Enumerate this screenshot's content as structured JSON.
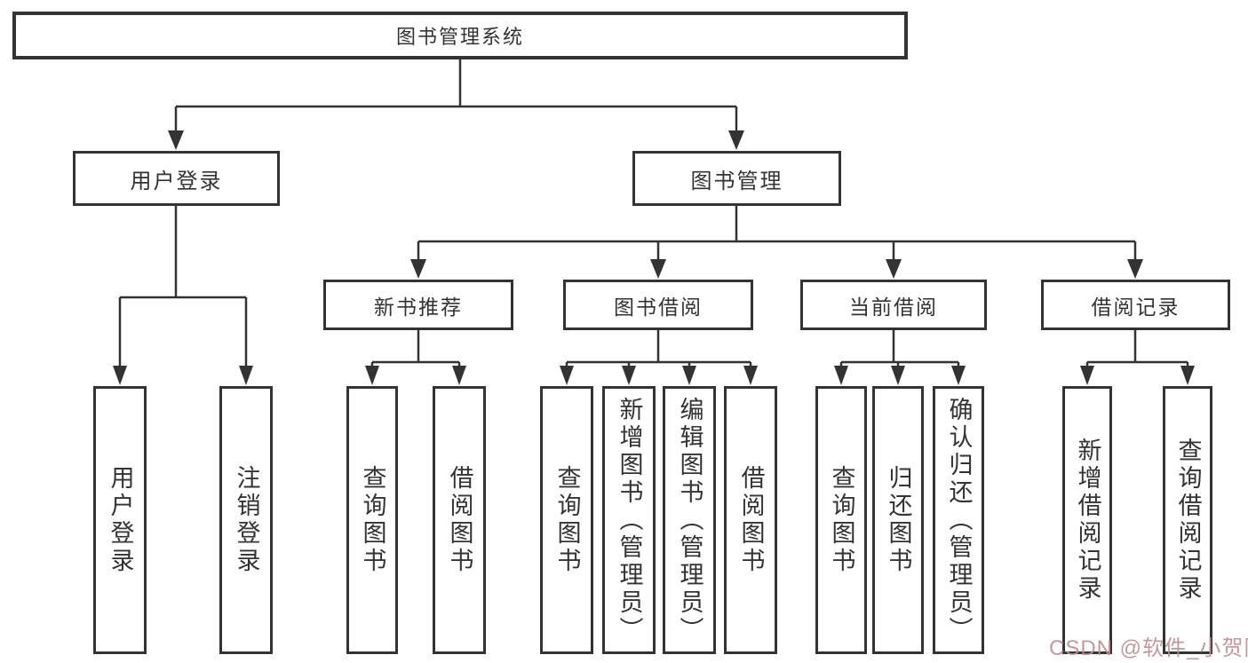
{
  "diagram": {
    "root": {
      "label": "图书管理系统"
    },
    "level2": [
      {
        "label": "用户登录"
      },
      {
        "label": "图书管理"
      }
    ],
    "level3": [
      {
        "label": "新书推荐"
      },
      {
        "label": "图书借阅"
      },
      {
        "label": "当前借阅"
      },
      {
        "label": "借阅记录"
      }
    ],
    "leaves": {
      "user_login": [
        {
          "label": "用户登录"
        },
        {
          "label": "注销登录"
        }
      ],
      "new_book_recommend": [
        {
          "label": "查询图书"
        },
        {
          "label": "借阅图书"
        }
      ],
      "book_borrow": [
        {
          "label": "查询图书"
        },
        {
          "label": "新增图书（管理员）"
        },
        {
          "label": "编辑图书（管理员）"
        },
        {
          "label": "借阅图书"
        }
      ],
      "current_borrow": [
        {
          "label": "查询图书"
        },
        {
          "label": "归还图书"
        },
        {
          "label": "确认归还（管理员）"
        }
      ],
      "borrow_records": [
        {
          "label": "新增借阅记录"
        },
        {
          "label": "查询借阅记录"
        }
      ]
    }
  },
  "watermark": {
    "text": "CSDN @软件_小贺同学"
  },
  "colors": {
    "line": "#333333",
    "text": "#333333",
    "watermark": "#bb9095",
    "background": "#ffffff"
  }
}
